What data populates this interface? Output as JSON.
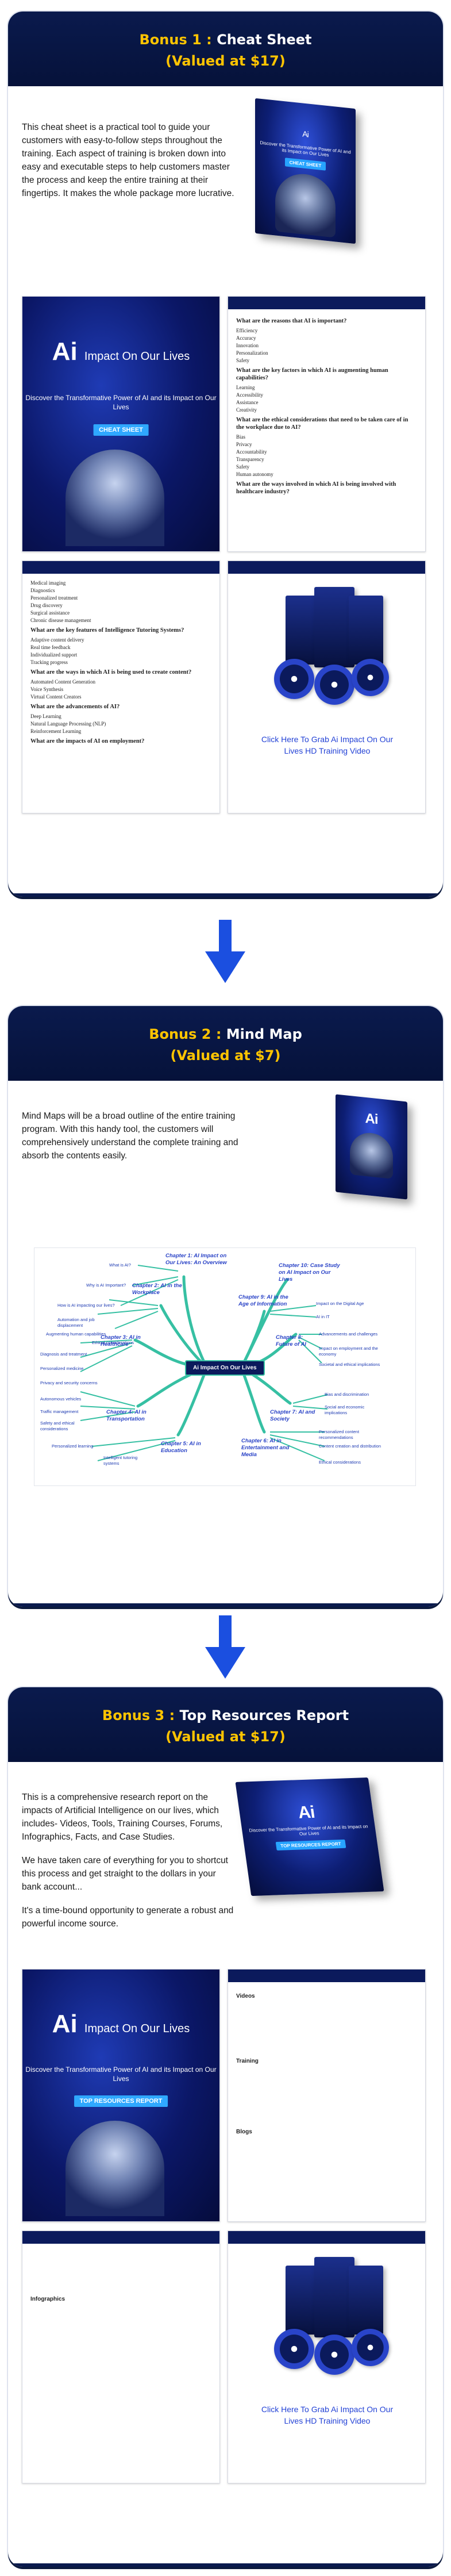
{
  "bonus1": {
    "title_prefix": "Bonus 1 :",
    "title_main": "Cheat Sheet",
    "value": "(Valued at $17)",
    "description": "This cheat sheet is a practical tool to guide your customers with easy-to-follow steps throughout the training. Each aspect of training is broken down into easy and executable steps to help customers master the process and keep the entire training at their fingertips. It makes the whole package more lucrative.",
    "cover": {
      "logo": "Ai",
      "logo_sub": "Impact On Our Lives",
      "tagline": "Discover the Transformative Power of AI and its Impact on Our Lives",
      "pill": "CHEAT SHEET"
    },
    "page2": {
      "q1": "What are the reasons that AI is important?",
      "a1": [
        "Efficiency",
        "Accuracy",
        "Innovation",
        "Personalization",
        "Safety"
      ],
      "q2": "What are the key factors in which AI is augmenting human capabilities?",
      "a2": [
        "Learning",
        "Accessibility",
        "Assistance",
        "Creativity"
      ],
      "q3": "What are the ethical considerations that need to be taken care of in the workplace due to AI?",
      "a3": [
        "Bias",
        "Privacy",
        "Accountability",
        "Transparency",
        "Safety",
        "Human autonomy"
      ],
      "q4": "What are the ways involved in which AI is being involved with healthcare industry?"
    },
    "page3": {
      "list1": [
        "Medical imaging",
        "Diagnostics",
        "Personalized treatment",
        "Drug discovery",
        "Surgical assistance",
        "Chronic disease management"
      ],
      "q1": "What are the key features of Intelligence Tutoring Systems?",
      "list2": [
        "Adaptive content delivery",
        "Real time feedback",
        "Individualized support",
        "Tracking progress"
      ],
      "q2": "What are the ways in which AI is being used to create content?",
      "list3": [
        "Automated Content Generation",
        "Voice Synthesis",
        "Virtual Content Creators"
      ],
      "q3": "What are the advancements of AI?",
      "list4": [
        "Deep Learning",
        "Natural Language Processing (NLP)",
        "Reinforcement Learning"
      ],
      "q4": "What are the impacts of AI on employment?"
    },
    "cta": "Click Here To Grab Ai Impact On Our Lives HD Training Video"
  },
  "bonus2": {
    "title_prefix": "Bonus 2 :",
    "title_main": "Mind Map",
    "value": "(Valued at $7)",
    "description": "Mind Maps will be a broad outline of the entire training program. With this handy tool, the customers will comprehensively understand the complete training and absorb the contents easily.",
    "center": "Ai Impact On Our Lives",
    "chapters": [
      "Chapter 1: AI Impact on Our Lives: An Overview",
      "Chapter 2: AI in the Workplace",
      "Chapter 3: AI in Healthcare",
      "Chapter 4: AI in Transportation",
      "Chapter 5: AI in Education",
      "Chapter 6: AI in Entertainment and Media",
      "Chapter 7: AI and Society",
      "Chapter 8: Future of AI",
      "Chapter 9: AI in the Age of Information",
      "Chapter 10: Case Study on AI Impact on Our Lives"
    ],
    "leaves": {
      "c1": [
        "What is AI?",
        "Why is AI Important?",
        "How is AI impacting our lives?"
      ],
      "c2": [
        "Automation and job displacement",
        "Augmenting human capabilities",
        "Ethical considerations"
      ],
      "c3": [
        "Diagnosis and treatment",
        "Personalized medicine",
        "Privacy and security concerns"
      ],
      "c4": [
        "Autonomous vehicles",
        "Traffic management",
        "Safety and ethical considerations"
      ],
      "c5": [
        "Personalized learning",
        "Intelligent tutoring systems"
      ],
      "c7": [
        "Personalized content recommendations",
        "Content creation and distribution",
        "Ethical considerations"
      ],
      "c8": [
        "Advancements and challenges",
        "Impact on employment and the economy",
        "Societal and ethical implications"
      ],
      "c9": [
        "Impact on the Digital Age",
        "AI in IT"
      ],
      "c7b": [
        "Bias and discrimination",
        "Social and economic implications"
      ]
    }
  },
  "bonus3": {
    "title_prefix": "Bonus 3 :",
    "title_main": "Top Resources Report",
    "value": "(Valued at $17)",
    "description": "This is a comprehensive research report on the impacts of Artificial Intelligence on our lives, which includes- Videos, Tools, Training Courses, Forums, Infographics, Facts, and Case Studies.",
    "description2": "We have taken care of everything for you to shortcut this process and get straight to the dollars in your bank account...",
    "description3": "It's a time-bound opportunity to generate a robust and powerful income source.",
    "cover_pill": "TOP RESOURCES REPORT",
    "page2": {
      "h1": "Videos",
      "h2": "Training",
      "h3": "Blogs"
    },
    "page3": {
      "h1": "Infographics"
    },
    "cta": "Click Here To Grab Ai Impact On Our Lives HD Training Video"
  }
}
